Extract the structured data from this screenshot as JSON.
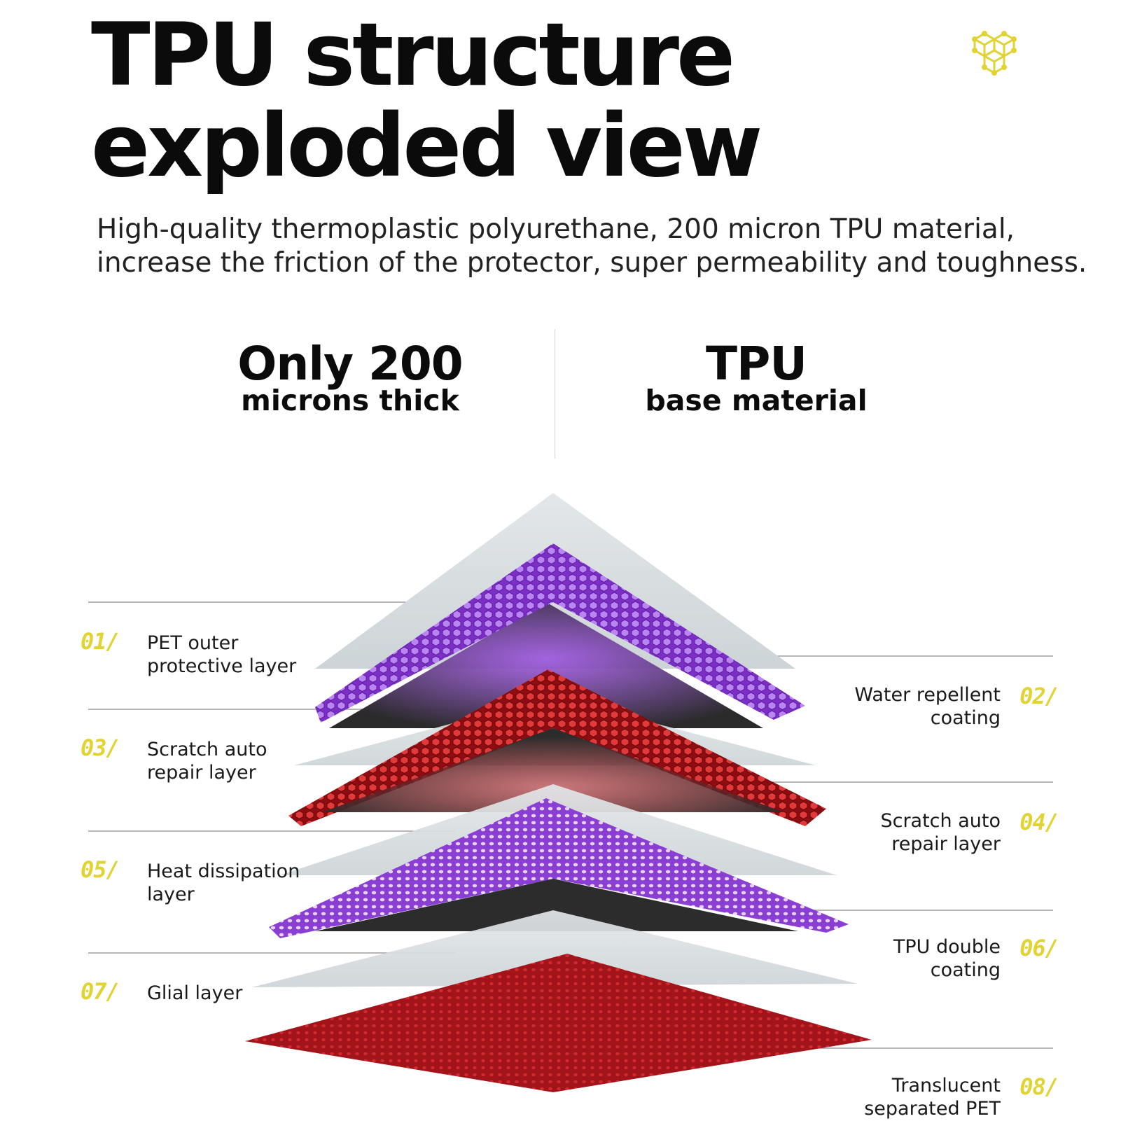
{
  "title": {
    "line1": "TPU structure",
    "line2": "exploded view"
  },
  "description": "High-quality thermoplastic polyurethane, 200 micron TPU material, increase the friction of the protector, super permeability and toughness.",
  "features": [
    {
      "big": "Only 200",
      "small": "microns thick"
    },
    {
      "big": "TPU",
      "small": "base material"
    }
  ],
  "layers": [
    {
      "num": "01/",
      "label_lines": [
        "PET outer",
        "protective layer"
      ]
    },
    {
      "num": "02/",
      "label_lines": [
        "Water repellent",
        "coating"
      ]
    },
    {
      "num": "03/",
      "label_lines": [
        "Scratch auto",
        "repair layer"
      ]
    },
    {
      "num": "04/",
      "label_lines": [
        "Scratch auto",
        "repair layer"
      ]
    },
    {
      "num": "05/",
      "label_lines": [
        "Heat dissipation",
        "layer"
      ]
    },
    {
      "num": "06/",
      "label_lines": [
        "TPU double",
        "coating"
      ]
    },
    {
      "num": "07/",
      "label_lines": [
        "Glial layer"
      ]
    },
    {
      "num": "08/",
      "label_lines": [
        "Translucent",
        "separated PET"
      ]
    }
  ],
  "colors": {
    "accent_yellow": "#e1d332",
    "purple_mesh": "#9b4fe0",
    "red_mesh": "#b3151c",
    "film_gray": "#d9dfe2",
    "dark_core": "#2e2e2e"
  },
  "logo_icon": "cube-cluster-icon"
}
